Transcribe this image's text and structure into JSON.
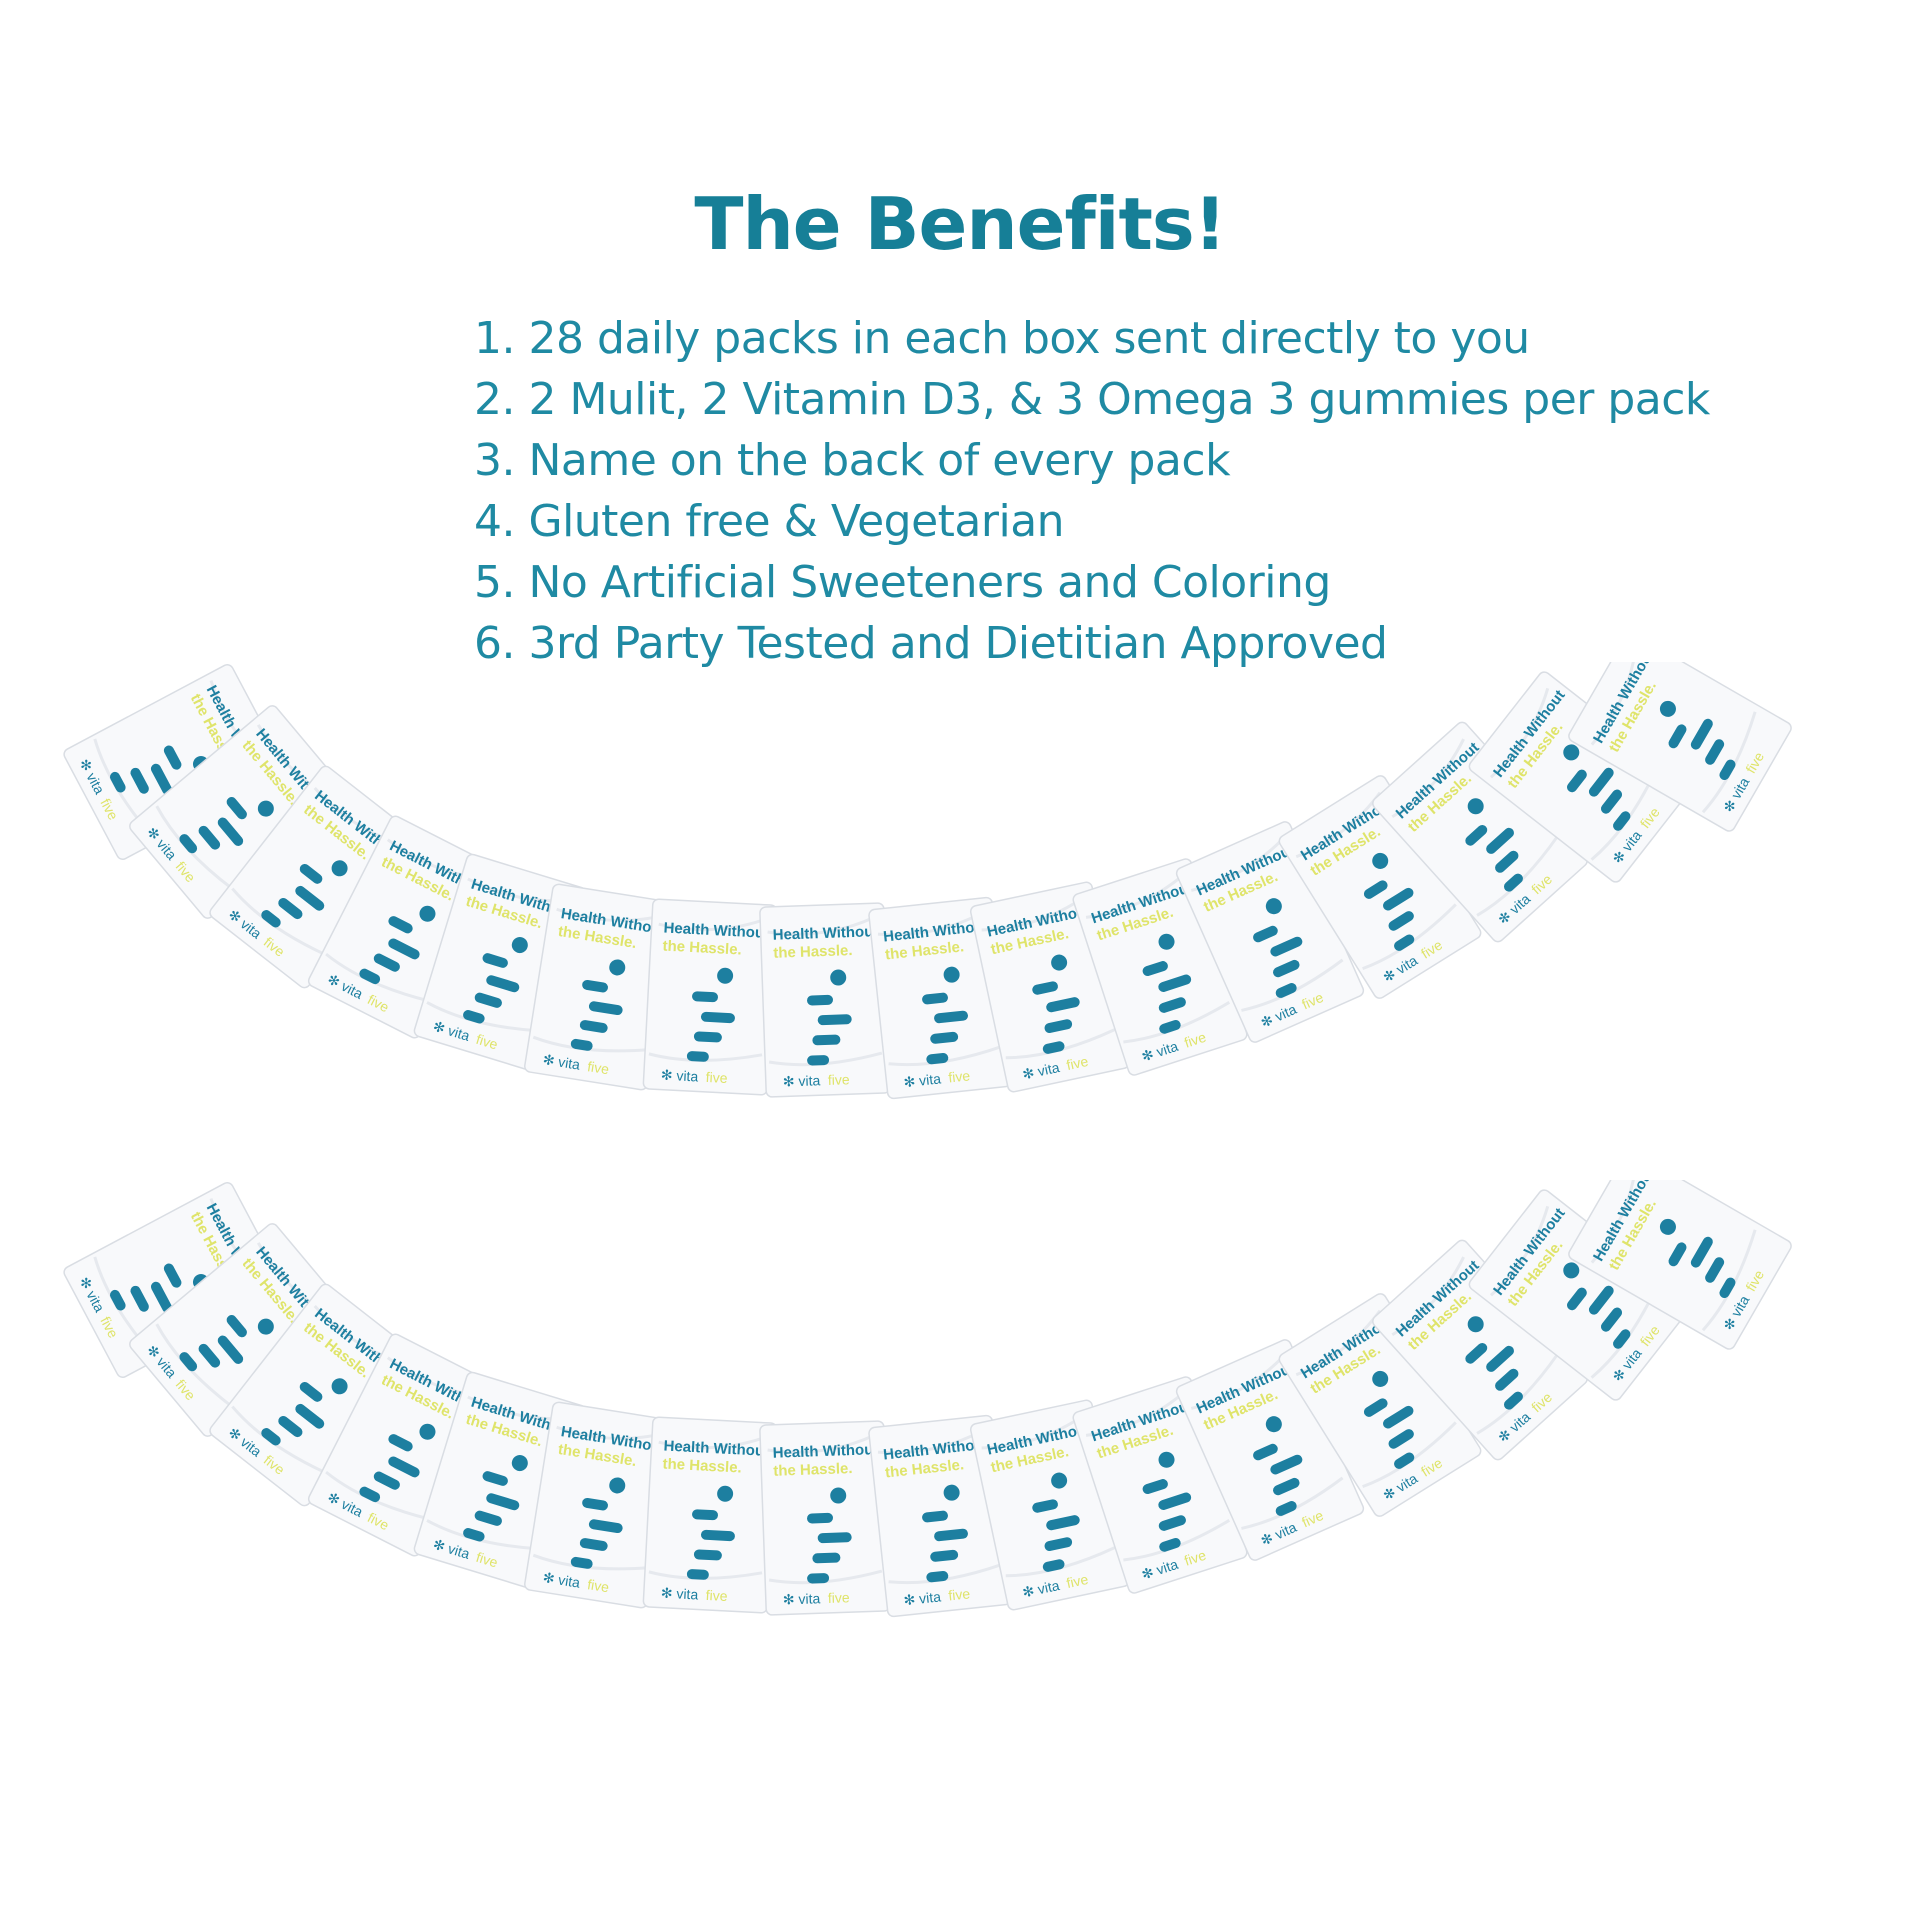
{
  "heading": "The Benefits!",
  "benefits": [
    "1. 28 daily packs in each box sent directly to you",
    "2. 2 Mulit, 2 Vitamin D3, & 3 Omega 3 gummies per pack",
    "3. Name on the back of every pack",
    "4. Gluten free & Vegetarian",
    "5. No Artificial Sweeteners and Coloring",
    "6. 3rd Party Tested and Dietitian Approved"
  ],
  "pack": {
    "tagline_1": "Health Without",
    "tagline_2": "the Hassle.",
    "brand_1": "vita",
    "brand_2": "five"
  },
  "colors": {
    "heading": "#167f97",
    "text": "#1f8aa3",
    "pack_teal": "#1d7fa0",
    "pack_yellow": "#dfe46a"
  }
}
